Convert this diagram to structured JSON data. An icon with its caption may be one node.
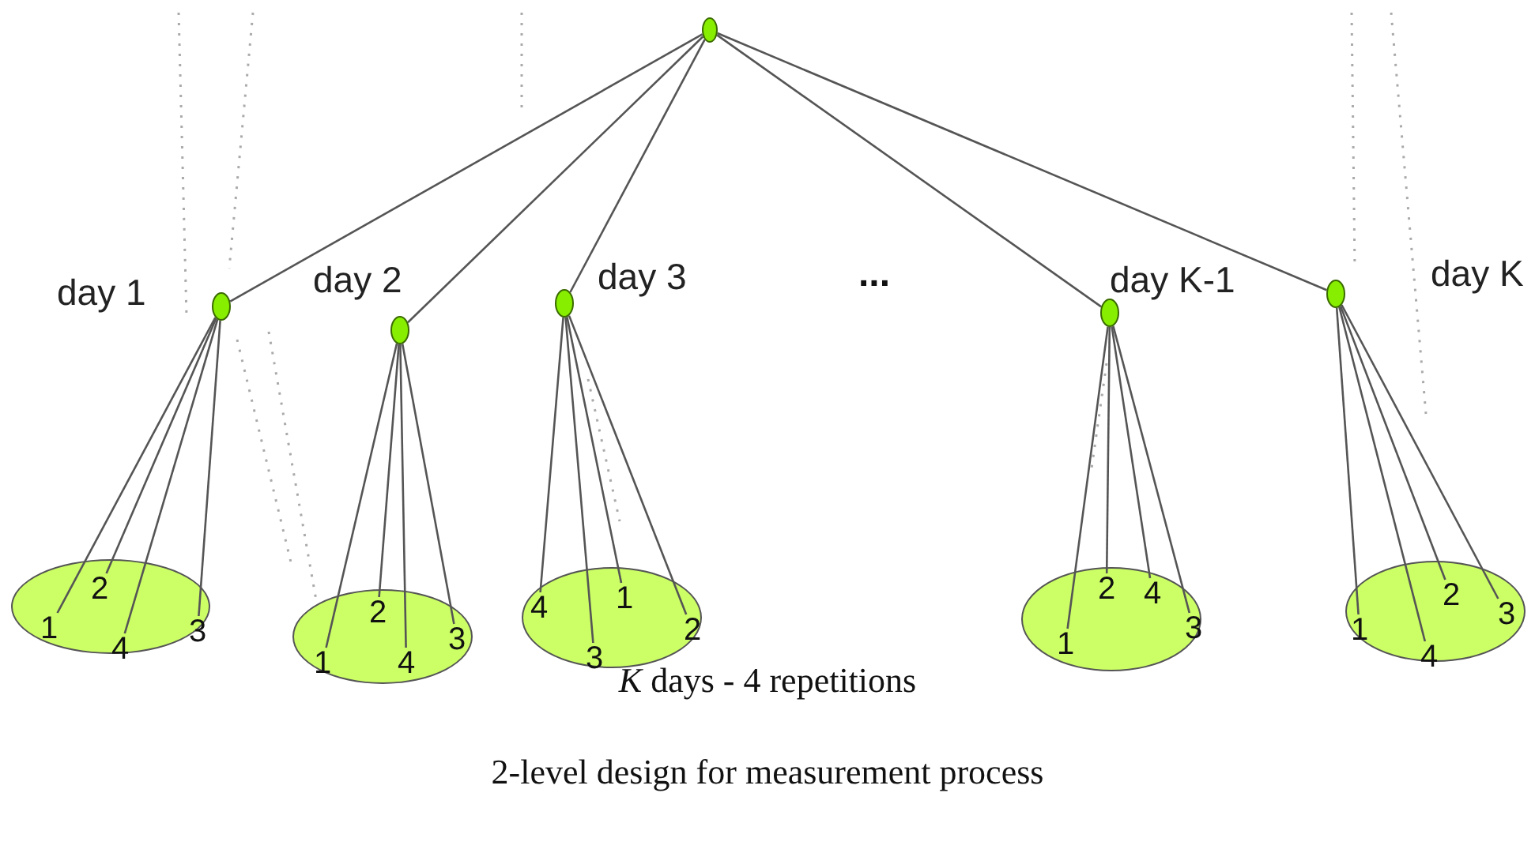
{
  "diagram": {
    "caption": "2-level design for measurement process",
    "nodes": [
      {
        "text": [],
        "shape": "circle"
      },
      {
        "text": [],
        "shape": "circle",
        "beside": [
          "day 1"
        ]
      },
      {
        "text": [],
        "shape": "circle",
        "beside": [
          "day 2"
        ]
      },
      {
        "text": [],
        "shape": "circle",
        "beside": [
          "day 3"
        ]
      },
      {
        "text": [],
        "shape": "circle",
        "beside": [
          "day K-1"
        ]
      },
      {
        "text": [],
        "shape": "circle",
        "beside": [
          "day K"
        ]
      },
      {
        "text": [],
        "shape": "circle"
      },
      {
        "text": [
          "1"
        ],
        "in": 6
      },
      {
        "text": [
          "2"
        ],
        "in": 6
      },
      {
        "text": [
          "4"
        ],
        "in": 6
      },
      {
        "text": [
          "3"
        ],
        "in": 6
      },
      {
        "text": [],
        "shape": "circle"
      },
      {
        "text": [
          "1"
        ],
        "in": 11
      },
      {
        "text": [
          "2"
        ],
        "in": 11
      },
      {
        "text": [
          "4"
        ],
        "in": 11
      },
      {
        "text": [
          "3"
        ],
        "in": 11
      },
      {
        "text": [],
        "shape": "circle"
      },
      {
        "text": [
          "4"
        ],
        "in": 16
      },
      {
        "text": [
          "1"
        ],
        "in": 16
      },
      {
        "text": [
          "3"
        ],
        "in": 16
      },
      {
        "text": [
          "2"
        ],
        "in": 16
      },
      {
        "text": [],
        "shape": "circle"
      },
      {
        "text": [
          "1"
        ],
        "in": 21
      },
      {
        "text": [
          "2"
        ],
        "in": 21
      },
      {
        "text": [
          "4"
        ],
        "in": 21
      },
      {
        "text": [
          "3"
        ],
        "in": 21
      },
      {
        "text": [],
        "shape": "circle"
      },
      {
        "text": [
          "1"
        ],
        "in": 26
      },
      {
        "text": [
          "2"
        ],
        "in": 26
      },
      {
        "text": [
          "4"
        ],
        "in": 26
      },
      {
        "text": [
          "3"
        ],
        "in": 26
      }
    ],
    "edges": [
      {
        "from": 0,
        "to": 1,
        "arrow": "none"
      },
      {
        "from": 0,
        "to": 2,
        "arrow": "none"
      },
      {
        "from": 0,
        "to": 3,
        "arrow": "none"
      },
      {
        "from": 0,
        "to": 4,
        "arrow": "none"
      },
      {
        "from": 0,
        "to": 5,
        "arrow": "none"
      },
      {
        "from": 1,
        "to": 7,
        "arrow": "none"
      },
      {
        "from": 1,
        "to": 8,
        "arrow": "none"
      },
      {
        "from": 1,
        "to": 9,
        "arrow": "none"
      },
      {
        "from": 1,
        "to": 10,
        "arrow": "none"
      },
      {
        "from": 2,
        "to": 12,
        "arrow": "none"
      },
      {
        "from": 2,
        "to": 13,
        "arrow": "none"
      },
      {
        "from": 2,
        "to": 14,
        "arrow": "none"
      },
      {
        "from": 2,
        "to": 15,
        "arrow": "none"
      },
      {
        "from": 3,
        "to": 17,
        "arrow": "none"
      },
      {
        "from": 3,
        "to": 18,
        "arrow": "none"
      },
      {
        "from": 3,
        "to": 19,
        "arrow": "none"
      },
      {
        "from": 3,
        "to": 20,
        "arrow": "none"
      },
      {
        "from": 4,
        "to": 22,
        "arrow": "none"
      },
      {
        "from": 4,
        "to": 23,
        "arrow": "none"
      },
      {
        "from": 4,
        "to": 24,
        "arrow": "none"
      },
      {
        "from": 4,
        "to": 25,
        "arrow": "none"
      },
      {
        "from": 5,
        "to": 27,
        "arrow": "none"
      },
      {
        "from": 5,
        "to": 28,
        "arrow": "none"
      },
      {
        "from": 5,
        "to": 29,
        "arrow": "none"
      },
      {
        "from": 5,
        "to": 30,
        "arrow": "none"
      }
    ],
    "labels": [
      "...",
      "*K* days - 4 repetitions"
    ]
  }
}
